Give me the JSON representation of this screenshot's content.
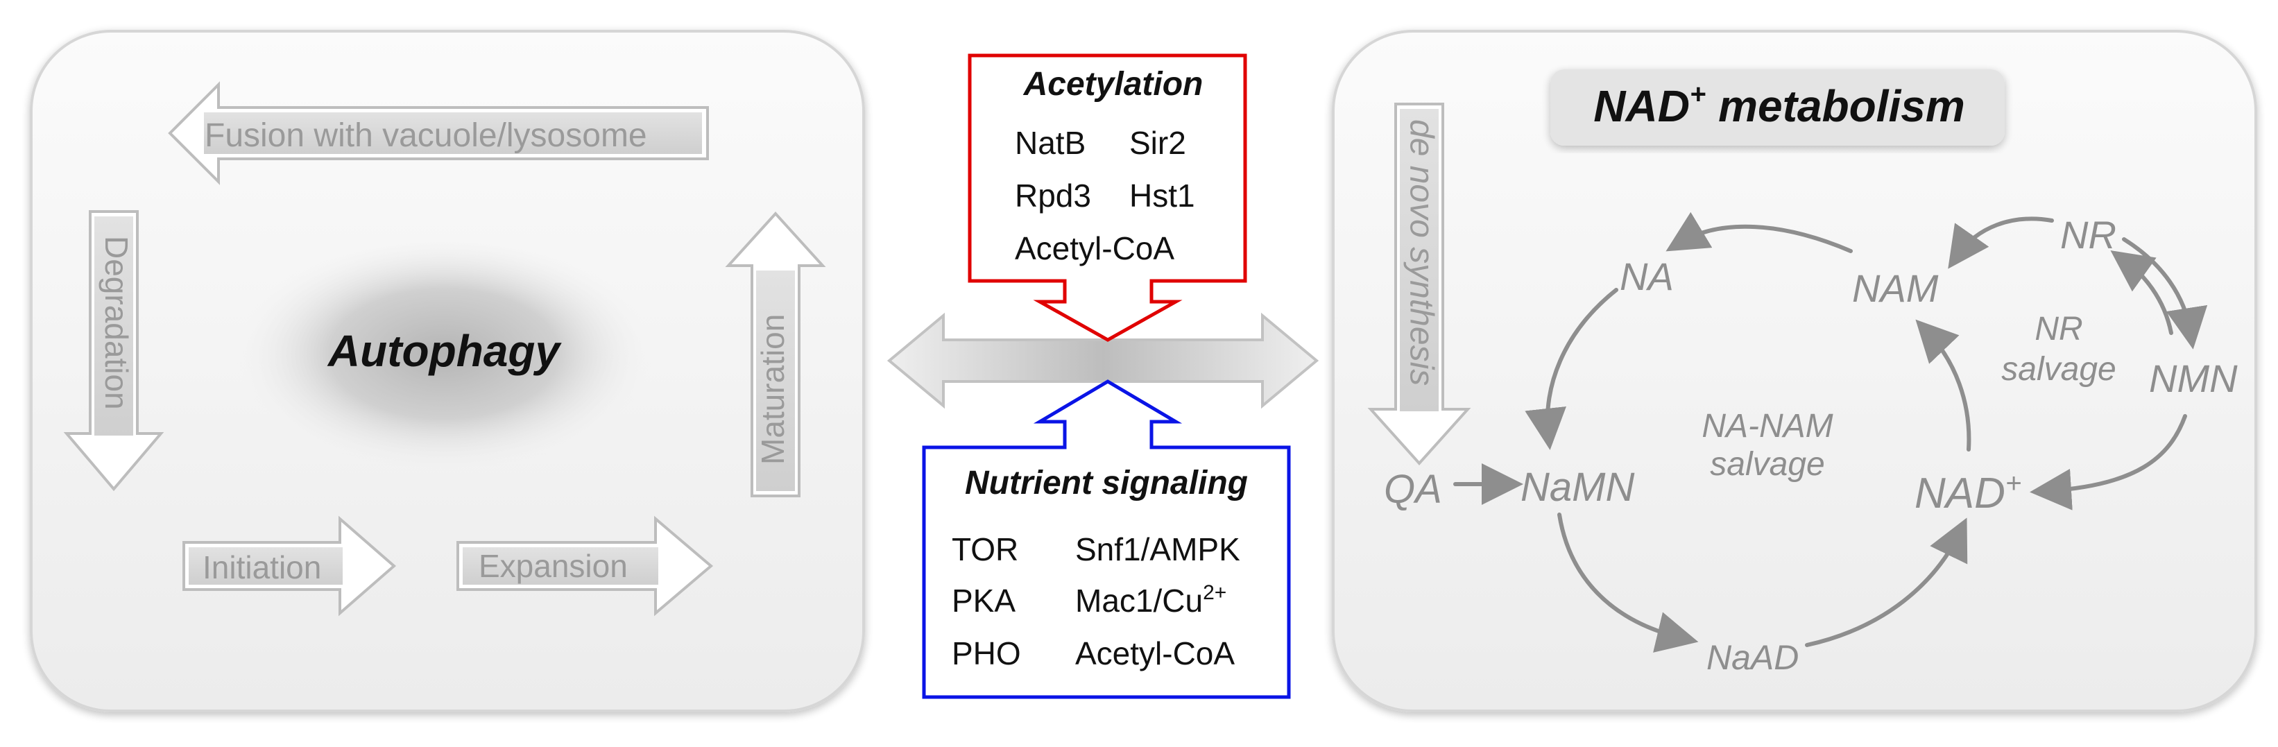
{
  "autophagy": {
    "title": "Autophagy",
    "steps": {
      "fusion": "Fusion with vacuole/lysosome",
      "degradation": "Degradation",
      "initiation": "Initiation",
      "expansion": "Expansion",
      "maturation": "Maturation"
    }
  },
  "acetylation": {
    "title": "Acetylation",
    "rows": [
      [
        "NatB",
        "Sir2"
      ],
      [
        "Rpd3",
        "Hst1"
      ],
      [
        "Acetyl-CoA",
        ""
      ]
    ]
  },
  "nutrient_signaling": {
    "title": "Nutrient signaling",
    "rows": [
      [
        "TOR",
        "Snf1/AMPK"
      ],
      [
        "PKA",
        "Mac1/Cu"
      ],
      [
        "PHO",
        "Acetyl-CoA"
      ]
    ],
    "superscript": "2+"
  },
  "nad": {
    "title": "NAD",
    "title_sup": "+",
    "title_suffix": " metabolism",
    "de_novo": "de novo synthesis",
    "nodes": {
      "qa": "QA",
      "namn": "NaMN",
      "naad": "NaAD",
      "nad": "NAD",
      "nad_sup": "+",
      "na": "NA",
      "nam": "NAM",
      "nr": "NR",
      "nmn": "NMN"
    },
    "cycles": {
      "na_nam_1": "NA-NAM",
      "na_nam_2": "salvage",
      "nr_1": "NR",
      "nr_2": "salvage"
    }
  },
  "colors": {
    "acetylation_border": "#e00000",
    "nutrient_border": "#0a14e6",
    "diagram_gray": "#8e8e8e"
  }
}
